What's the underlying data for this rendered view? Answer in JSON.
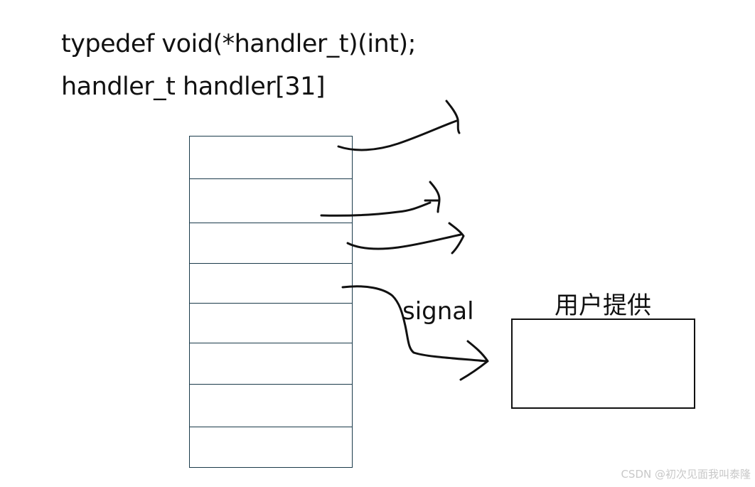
{
  "code": {
    "line1": "typedef void(*handler_t)(int);",
    "line2": "handler_t handler[31]"
  },
  "table": {
    "row_count": 8
  },
  "labels": {
    "signal": "signal",
    "user_provided": "用户提供"
  },
  "watermark": "CSDN @初次见面我叫泰隆",
  "colors": {
    "text": "#111111",
    "table_border": "#1a3a4a",
    "ink": "#111111",
    "watermark": "#c8c8c8"
  }
}
